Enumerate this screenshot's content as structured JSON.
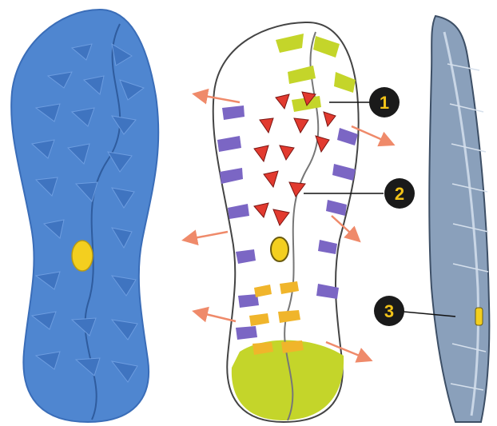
{
  "callouts": [
    {
      "label": "1",
      "target": "triangular-lugs"
    },
    {
      "label": "2",
      "target": "center-channel"
    },
    {
      "label": "3",
      "target": "midsole-layer"
    }
  ],
  "colors": {
    "sole_blue": "#4f86d0",
    "sole_blue_dark": "#3468b4",
    "lug_red": "#e23a2f",
    "lug_purple": "#7b66c4",
    "lug_lime": "#c4d52a",
    "lug_orange": "#f0b52b",
    "logo_yellow": "#f3cf1f",
    "arrow_salmon": "#ef8a6a",
    "callout_bg": "#1a1a1a",
    "callout_text": "#f2c319",
    "side_sole_grey": "#8aa0bb"
  },
  "icons": {
    "logo": "vibram-logo-icon",
    "arrows": "outward-arrow-icon"
  }
}
